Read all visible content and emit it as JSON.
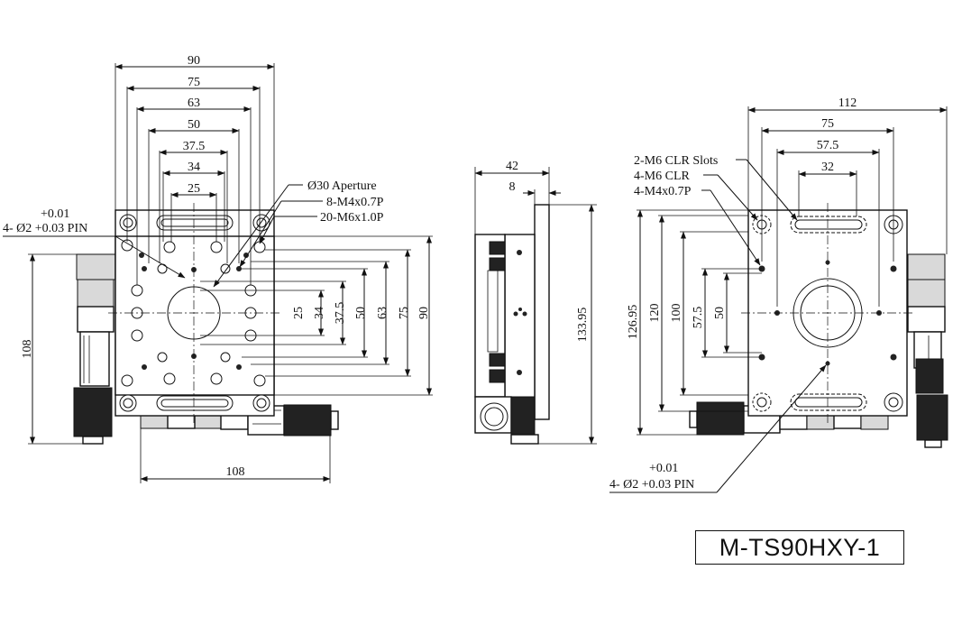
{
  "model": "M-TS90HXY-1",
  "top_view": {
    "width_dims": [
      "90",
      "75",
      "63",
      "50",
      "37.5",
      "34",
      "25"
    ],
    "height_dims": [
      "25",
      "34",
      "37.5",
      "50",
      "63",
      "75",
      "90"
    ],
    "callouts": {
      "aperture": "Ø30 Aperture",
      "m4": "8-M4x0.7P",
      "m6": "20-M6x1.0P",
      "pin_tol": "+0.01",
      "pin": "4- Ø2 +0.03 PIN"
    },
    "overall_height": "108",
    "overall_width": "108"
  },
  "side_view": {
    "width": "42",
    "top_thickness": "8",
    "height": "133.95"
  },
  "bottom_view": {
    "width_dims": [
      "112",
      "75",
      "57.5",
      "32"
    ],
    "height_dims": [
      "126.95",
      "120",
      "100",
      "57.5",
      "50"
    ],
    "callouts": {
      "slots": "2-M6 CLR Slots",
      "clr": "4-M6 CLR",
      "m4": "4-M4x0.7P",
      "pin_tol": "+0.01",
      "pin": "4- Ø2 +0.03 PIN"
    }
  }
}
